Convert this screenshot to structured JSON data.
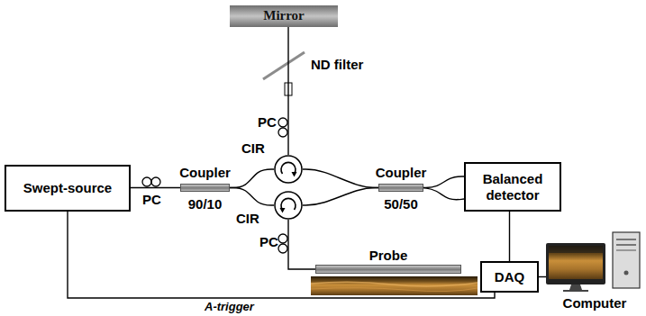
{
  "diagram": {
    "nodes": [
      {
        "text": [
          "Mirror"
        ]
      },
      {
        "text": [
          "Swept-source"
        ]
      },
      {
        "text": [
          "Coupler",
          "90/10"
        ]
      },
      {
        "text": [
          "CIR"
        ]
      },
      {
        "text": [
          "CIR"
        ]
      },
      {
        "text": [
          "Coupler",
          "50/50"
        ]
      },
      {
        "text": [
          "Balanced detector"
        ]
      },
      {
        "text": [
          "Probe"
        ]
      },
      {
        "text": [
          "DAQ"
        ]
      },
      {
        "text": [
          "Computer"
        ]
      }
    ],
    "edges": [
      {
        "from": 1,
        "to": 2,
        "arrow": "none"
      },
      {
        "from": 2,
        "to": 3,
        "arrow": "none"
      },
      {
        "from": 2,
        "to": 4,
        "arrow": "none"
      },
      {
        "from": 3,
        "to": 0,
        "arrow": "none"
      },
      {
        "from": 4,
        "to": 7,
        "arrow": "none"
      },
      {
        "from": 3,
        "to": 5,
        "arrow": "none"
      },
      {
        "from": 4,
        "to": 5,
        "arrow": "none"
      },
      {
        "from": 5,
        "to": 6,
        "arrow": "none"
      },
      {
        "from": 5,
        "to": 6,
        "arrow": "none"
      },
      {
        "from": 6,
        "to": 8,
        "arrow": "none"
      },
      {
        "from": 8,
        "to": 9,
        "arrow": "none"
      },
      {
        "from": 1,
        "to": 8,
        "label": "A-trigger",
        "arrow": "none"
      }
    ],
    "labels": [
      "ND filter",
      "PC",
      "PC",
      "PC"
    ]
  }
}
